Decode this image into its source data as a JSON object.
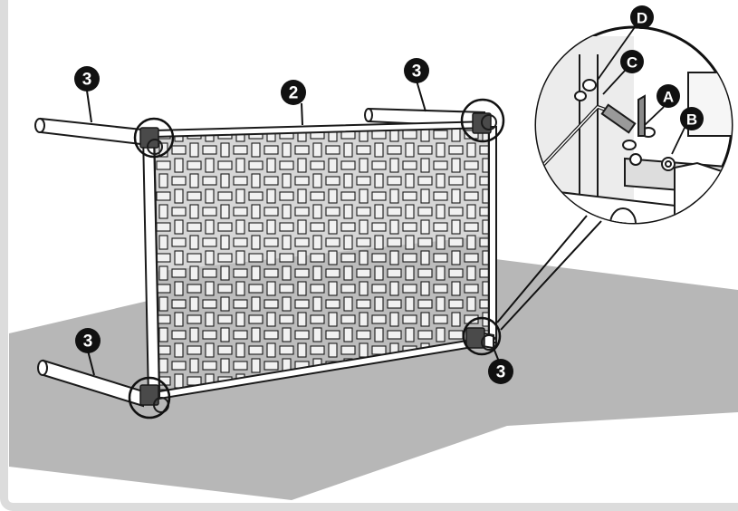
{
  "diagram": {
    "colors": {
      "floor": "#b7b7b7",
      "panel_fill": "#d6d6d6",
      "panel_shadow": "#9d9d9d",
      "weave": "#f1f1f1",
      "line": "#1a1a1a",
      "callout": "#111111",
      "border": "#dcdcdc"
    },
    "callouts": {
      "part_2": "2",
      "part_3_top_left": "3",
      "part_3_top_right": "3",
      "part_3_bottom_left": "3",
      "part_3_bottom_right": "3",
      "hardware_a": "A",
      "hardware_b": "B",
      "hardware_c": "C",
      "hardware_d": "D"
    }
  }
}
